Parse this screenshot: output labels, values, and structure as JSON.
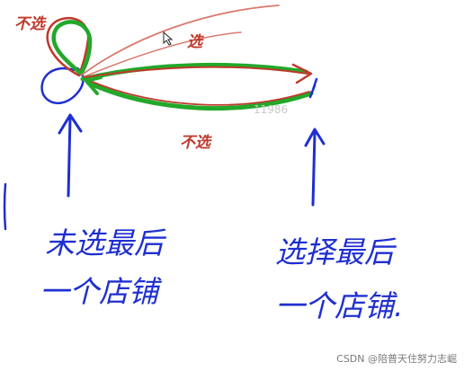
{
  "labels": {
    "not_select_top": "不选",
    "select": "选",
    "not_select_bottom": "不选",
    "left_caption_line1": "未选最后",
    "left_caption_line2": "一个店铺",
    "right_caption_line1": "选择最后",
    "right_caption_line2": "一个店铺."
  },
  "watermark": "11986",
  "credit": "CSDN @陪普天住努力志崛",
  "colors": {
    "red": "#c0392b",
    "green": "#22a82a",
    "blue": "#1f2fd0",
    "background": "#ffffff"
  }
}
